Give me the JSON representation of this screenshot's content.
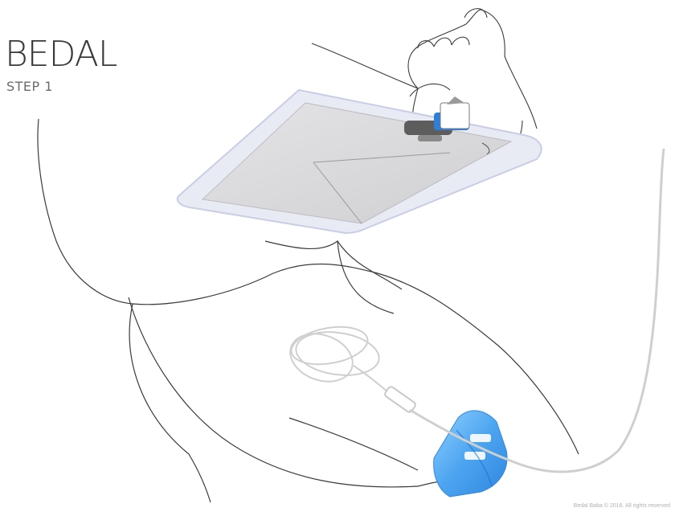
{
  "header": {
    "title": "BEDAL",
    "subtitle": "STEP 1"
  },
  "footer": {
    "credit": "Bedal Baba © 2016. All rights reserved"
  },
  "colors": {
    "outline": "#3b3b3b",
    "pad_border": "#c9cde6",
    "pad_fill": "#d6d6d6",
    "clip_blue": "#2f7fd8",
    "band_blue": "#55aaf2",
    "tube": "#d5d5d5"
  }
}
